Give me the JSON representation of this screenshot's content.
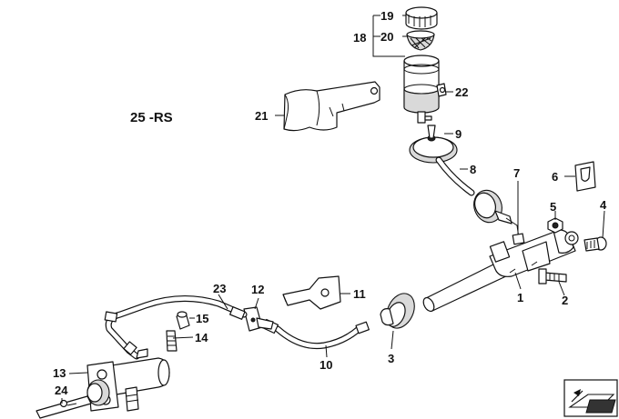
{
  "diagram": {
    "section_code": "25 -RS",
    "callouts": [
      {
        "id": "c1",
        "label": "1"
      },
      {
        "id": "c2",
        "label": "2"
      },
      {
        "id": "c3",
        "label": "3"
      },
      {
        "id": "c4",
        "label": "4"
      },
      {
        "id": "c5",
        "label": "5"
      },
      {
        "id": "c6",
        "label": "6"
      },
      {
        "id": "c7",
        "label": "7"
      },
      {
        "id": "c8",
        "label": "8"
      },
      {
        "id": "c9",
        "label": "9"
      },
      {
        "id": "c10",
        "label": "10"
      },
      {
        "id": "c11",
        "label": "11"
      },
      {
        "id": "c12",
        "label": "12"
      },
      {
        "id": "c13",
        "label": "13"
      },
      {
        "id": "c14",
        "label": "14"
      },
      {
        "id": "c15",
        "label": "15"
      },
      {
        "id": "c18",
        "label": "18"
      },
      {
        "id": "c19",
        "label": "19"
      },
      {
        "id": "c20",
        "label": "20"
      },
      {
        "id": "c21",
        "label": "21"
      },
      {
        "id": "c22",
        "label": "22"
      },
      {
        "id": "c23",
        "label": "23"
      },
      {
        "id": "c24",
        "label": "24"
      }
    ],
    "corner_icon": "part-arrow-icon"
  }
}
